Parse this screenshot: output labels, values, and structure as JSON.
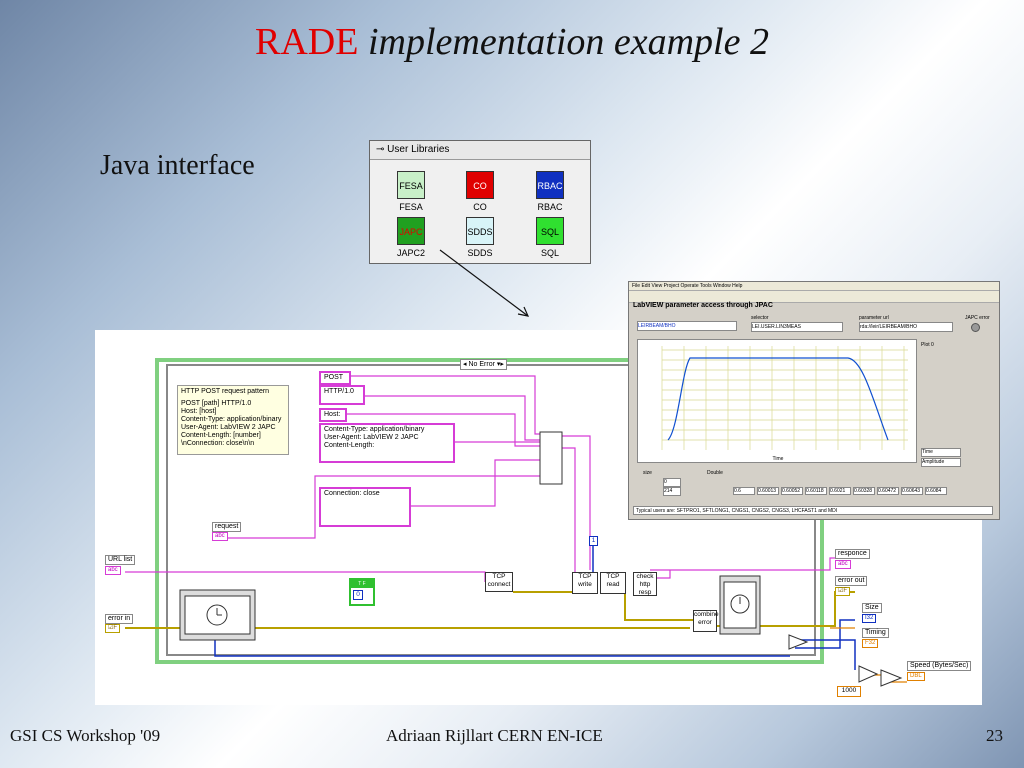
{
  "slide": {
    "title_accent": "RADE",
    "title_rest": " implementation example 2",
    "subtitle": "Java interface",
    "footer_left": "GSI CS Workshop '09",
    "footer_center": "Adriaan Rijllart CERN EN-ICE",
    "page_number": "23"
  },
  "palette": {
    "title": "User Libraries",
    "tiles": [
      {
        "icon": "FESA",
        "label": "FESA",
        "color": "#c8f0c8"
      },
      {
        "icon": "CO",
        "label": "CO",
        "color": "#e00000"
      },
      {
        "icon": "RBAC",
        "label": "RBAC",
        "color": "#1030c0"
      },
      {
        "icon": "JAPC",
        "label": "JAPC2",
        "color": "#20a020"
      },
      {
        "icon": "SDDS",
        "label": "SDDS",
        "color": "#d8f4f8"
      },
      {
        "icon": "SQL",
        "label": "SQL",
        "color": "#30e030"
      }
    ]
  },
  "lvpanel": {
    "menu": "File  Edit  View  Project  Operate  Tools  Window  Help",
    "heading": "LabVIEW parameter access through JPAC",
    "selector_label": "selector",
    "selector_value": "LEI.USER.LIN3MEAS",
    "device_value": "LEIRBEAM/BHO",
    "param_label": "parameter url",
    "param_value": "rda://leir/LEIRBEAM/BHO",
    "error_label": "JAPC error",
    "plot_label": "Plot 0",
    "x_label": "Time",
    "y_label": "Amplitude",
    "typical_users": "Typical users are: SFTPRO1, SFTLONG1, CNGS1, CNGS2, CNGS3, LHCFAST1 and MDI",
    "table_row": [
      "0.6",
      "0.60013",
      "0.60052",
      "0.60118",
      "0.6021",
      "0.60328",
      "0.60472",
      "0.60643",
      "0.6084"
    ],
    "index_label": "Double",
    "index_value": "0",
    "size_value": "214"
  },
  "diagram": {
    "note": [
      "HTTP POST request pattern",
      "",
      "POST [path] HTTP/1.0",
      "Host: [host]",
      "Content-Type: application/binary",
      "User-Agent: LabVIEW 2 JAPC",
      "Content-Length: [number]",
      "\\nConnection: close\\n\\n"
    ],
    "case_selector": "No Error",
    "consts": {
      "post": "POST",
      "http": "HTTP/1.0",
      "host": "Host:",
      "content": [
        "Content-Type: application/binary",
        "User-Agent: LabVIEW 2 JAPC",
        "Content-Length:"
      ],
      "connection": "Connection: close",
      "one": "1",
      "zero": "0",
      "thousand": "1000"
    },
    "controls": {
      "request": "request",
      "url_list": "URL list",
      "error_in": "error in"
    },
    "indicators": {
      "responce": "responce",
      "error_out": "error out",
      "size": "Size",
      "timing": "Timing",
      "speed": "Speed (Bytes/Sec)"
    },
    "types": {
      "abc": "abc",
      "i32": "I32",
      "f32": "F32",
      "dbl": "DBL"
    },
    "nodes": {
      "tcp_connect": "TCP connect",
      "tcp_write": "TCP write",
      "tcp_read": "TCP read",
      "check_http": "check http resp",
      "combine_error": "combine error",
      "tf": "T F"
    }
  },
  "colors": {
    "accent": "#e00000",
    "string_wire": "#d63cd6",
    "error_wire": "#b8a000",
    "numeric_wire": "#1030c0",
    "loop_border": "#80d080"
  }
}
